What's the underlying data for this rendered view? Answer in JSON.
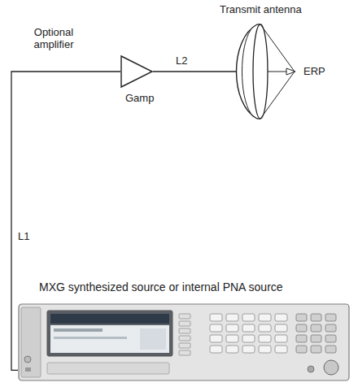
{
  "diagram": {
    "nodes": [
      {
        "text": [
          "Transmit antenna"
        ]
      },
      {
        "text": [
          "Optional amplifier",
          "Gamp"
        ]
      },
      {
        "text": [
          "MXG synthesized source or internal PNA source"
        ]
      }
    ],
    "edges": [
      {
        "from": 2,
        "to": 1,
        "arrow": "none",
        "label": "L1"
      },
      {
        "from": 1,
        "to": 0,
        "arrow": "none",
        "label": "L2"
      }
    ],
    "labels": [
      "ERP"
    ]
  }
}
